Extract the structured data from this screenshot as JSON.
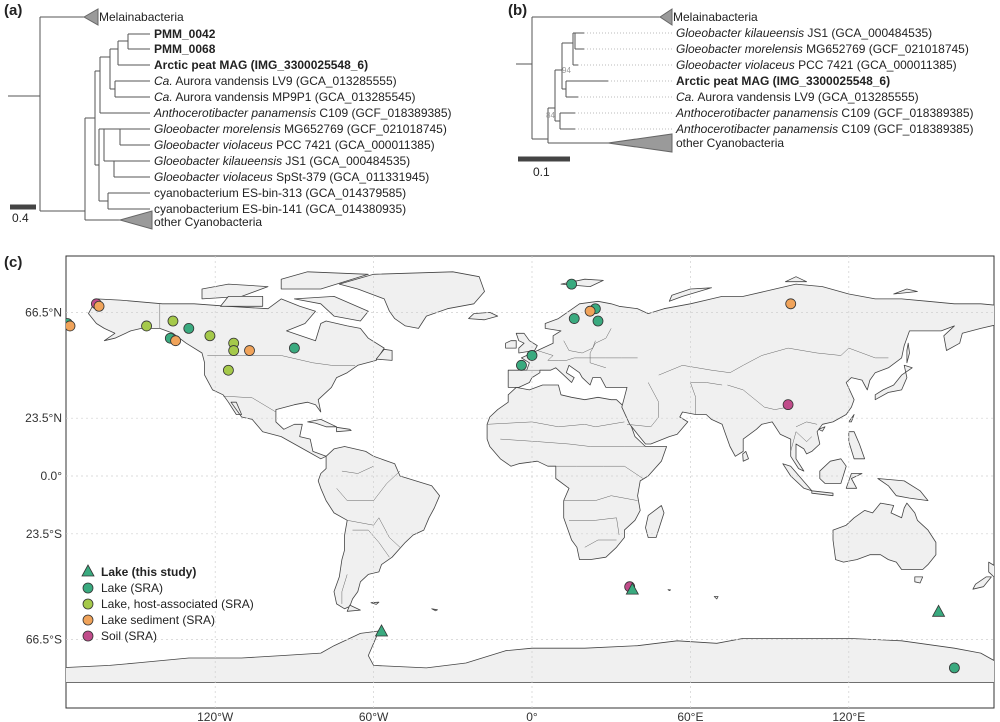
{
  "panel_labels": {
    "a": "(a)",
    "b": "(b)",
    "c": "(c)"
  },
  "tree_a": {
    "tips": [
      {
        "parts": [
          [
            "Melainabacteria",
            ""
          ]
        ]
      },
      {
        "parts": [
          [
            "PMM_0042",
            "b"
          ]
        ]
      },
      {
        "parts": [
          [
            "PMM_0068",
            "b"
          ]
        ]
      },
      {
        "parts": [
          [
            "Arctic peat MAG (IMG_3300025548_6)",
            "b"
          ]
        ]
      },
      {
        "parts": [
          [
            "Ca.",
            "i"
          ],
          [
            " Aurora vandensis LV9 (GCA_013285555)",
            ""
          ]
        ]
      },
      {
        "parts": [
          [
            "Ca.",
            "i"
          ],
          [
            " Aurora vandensis MP9P1 (GCA_013285545)",
            ""
          ]
        ]
      },
      {
        "parts": [
          [
            "Anthocerotibacter panamensis",
            "i"
          ],
          [
            " C109 (GCF_018389385)",
            ""
          ]
        ]
      },
      {
        "parts": [
          [
            "Gloeobacter morelensis",
            "i"
          ],
          [
            " MG652769 (GCF_021018745)",
            ""
          ]
        ]
      },
      {
        "parts": [
          [
            "Gloeobacter violaceus",
            "i"
          ],
          [
            " PCC 7421 (GCA_000011385)",
            ""
          ]
        ]
      },
      {
        "parts": [
          [
            "Gloeobacter kilaueensis",
            "i"
          ],
          [
            " JS1 (GCA_000484535)",
            ""
          ]
        ]
      },
      {
        "parts": [
          [
            "Gloeobacter violaceus",
            "i"
          ],
          [
            " SpSt-379 (GCA_011331945)",
            ""
          ]
        ]
      },
      {
        "parts": [
          [
            "cyanobacterium ES-bin-313 (GCA_014379585)",
            ""
          ]
        ]
      },
      {
        "parts": [
          [
            "cyanobacterium ES-bin-141 (GCA_014380935)",
            ""
          ]
        ]
      },
      {
        "parts": [
          [
            "other Cyanobacteria",
            ""
          ]
        ]
      }
    ],
    "scale": "0.4"
  },
  "tree_b": {
    "tips": [
      {
        "parts": [
          [
            "Melainabacteria",
            ""
          ]
        ]
      },
      {
        "parts": [
          [
            "Gloeobacter kilaueensis",
            "i"
          ],
          [
            " JS1 (GCA_000484535)",
            ""
          ]
        ]
      },
      {
        "parts": [
          [
            "Gloeobacter morelensis",
            "i"
          ],
          [
            " MG652769 (GCF_021018745)",
            ""
          ]
        ]
      },
      {
        "parts": [
          [
            "Gloeobacter violaceus",
            "i"
          ],
          [
            " PCC 7421 (GCA_000011385)",
            ""
          ]
        ]
      },
      {
        "parts": [
          [
            "Arctic peat MAG (IMG_3300025548_6)",
            "b"
          ]
        ]
      },
      {
        "parts": [
          [
            "Ca.",
            "i"
          ],
          [
            " Aurora vandensis LV9 (GCA_013285555)",
            ""
          ]
        ]
      },
      {
        "parts": [
          [
            "Anthocerotibacter panamensis",
            "i"
          ],
          [
            " C109 (GCF_018389385)",
            ""
          ]
        ]
      },
      {
        "parts": [
          [
            "Anthocerotibacter panamensis",
            "i"
          ],
          [
            " C109 (GCF_018389385)",
            ""
          ]
        ]
      },
      {
        "parts": [
          [
            "other Cyanobacteria",
            ""
          ]
        ]
      }
    ],
    "bootstraps": [
      "94",
      "84"
    ],
    "scale": "0.1"
  },
  "map": {
    "lat_labels": [
      "66.5°N",
      "23.5°N",
      "0.0°",
      "23.5°S",
      "66.5°S"
    ],
    "lon_labels": [
      "120°W",
      "60°W",
      "0°",
      "60°E",
      "120°E"
    ],
    "colors": {
      "lake_study": "#3aaa7f",
      "lake_sra": "#3aaa7f",
      "lake_host": "#a5c94a",
      "lake_sediment": "#f0a35a",
      "soil": "#c04c8a"
    },
    "legend": [
      {
        "key": "lake_study",
        "label": "Lake (this study)",
        "shape": "triangle",
        "bold": true
      },
      {
        "key": "lake_sra",
        "label": "Lake (SRA)",
        "shape": "circle",
        "bold": false
      },
      {
        "key": "lake_host",
        "label": "Lake, host-associated (SRA)",
        "shape": "circle",
        "bold": false
      },
      {
        "key": "lake_sediment",
        "label": "Lake sediment (SRA)",
        "shape": "circle",
        "bold": false
      },
      {
        "key": "soil",
        "label": "Soil (SRA)",
        "shape": "circle",
        "bold": false
      }
    ],
    "points": [
      {
        "lon": -165,
        "lat": 70,
        "type": "soil"
      },
      {
        "lon": -164,
        "lat": 69,
        "type": "lake_sediment"
      },
      {
        "lon": -176,
        "lat": 62,
        "type": "lake_sra"
      },
      {
        "lon": -175,
        "lat": 61,
        "type": "lake_sediment"
      },
      {
        "lon": -146,
        "lat": 61,
        "type": "lake_host"
      },
      {
        "lon": -136,
        "lat": 63,
        "type": "lake_host"
      },
      {
        "lon": -137,
        "lat": 56,
        "type": "lake_sra"
      },
      {
        "lon": -130,
        "lat": 60,
        "type": "lake_sra"
      },
      {
        "lon": -135,
        "lat": 55,
        "type": "lake_sediment"
      },
      {
        "lon": -122,
        "lat": 57,
        "type": "lake_host"
      },
      {
        "lon": -113,
        "lat": 54,
        "type": "lake_host"
      },
      {
        "lon": -113,
        "lat": 51,
        "type": "lake_host"
      },
      {
        "lon": -107,
        "lat": 51,
        "type": "lake_sediment"
      },
      {
        "lon": -90,
        "lat": 52,
        "type": "lake_sra"
      },
      {
        "lon": -115,
        "lat": 43,
        "type": "lake_host"
      },
      {
        "lon": 15,
        "lat": 78,
        "type": "lake_sra"
      },
      {
        "lon": 24,
        "lat": 68,
        "type": "lake_sra"
      },
      {
        "lon": 22,
        "lat": 67,
        "type": "lake_sediment"
      },
      {
        "lon": 16,
        "lat": 64,
        "type": "lake_sra"
      },
      {
        "lon": 25,
        "lat": 63,
        "type": "lake_sra"
      },
      {
        "lon": 98,
        "lat": 70,
        "type": "lake_sediment"
      },
      {
        "lon": 0,
        "lat": 49,
        "type": "lake_sra"
      },
      {
        "lon": -4,
        "lat": 45,
        "type": "lake_sra"
      },
      {
        "lon": 97,
        "lat": 29,
        "type": "soil"
      },
      {
        "lon": 37,
        "lat": -45,
        "type": "soil"
      },
      {
        "lon": 38,
        "lat": -46,
        "type": "lake_study"
      },
      {
        "lon": -57,
        "lat": -63,
        "type": "lake_study"
      },
      {
        "lon": 154,
        "lat": -55,
        "type": "lake_study"
      },
      {
        "lon": 160,
        "lat": -78,
        "type": "lake_sra"
      }
    ]
  }
}
